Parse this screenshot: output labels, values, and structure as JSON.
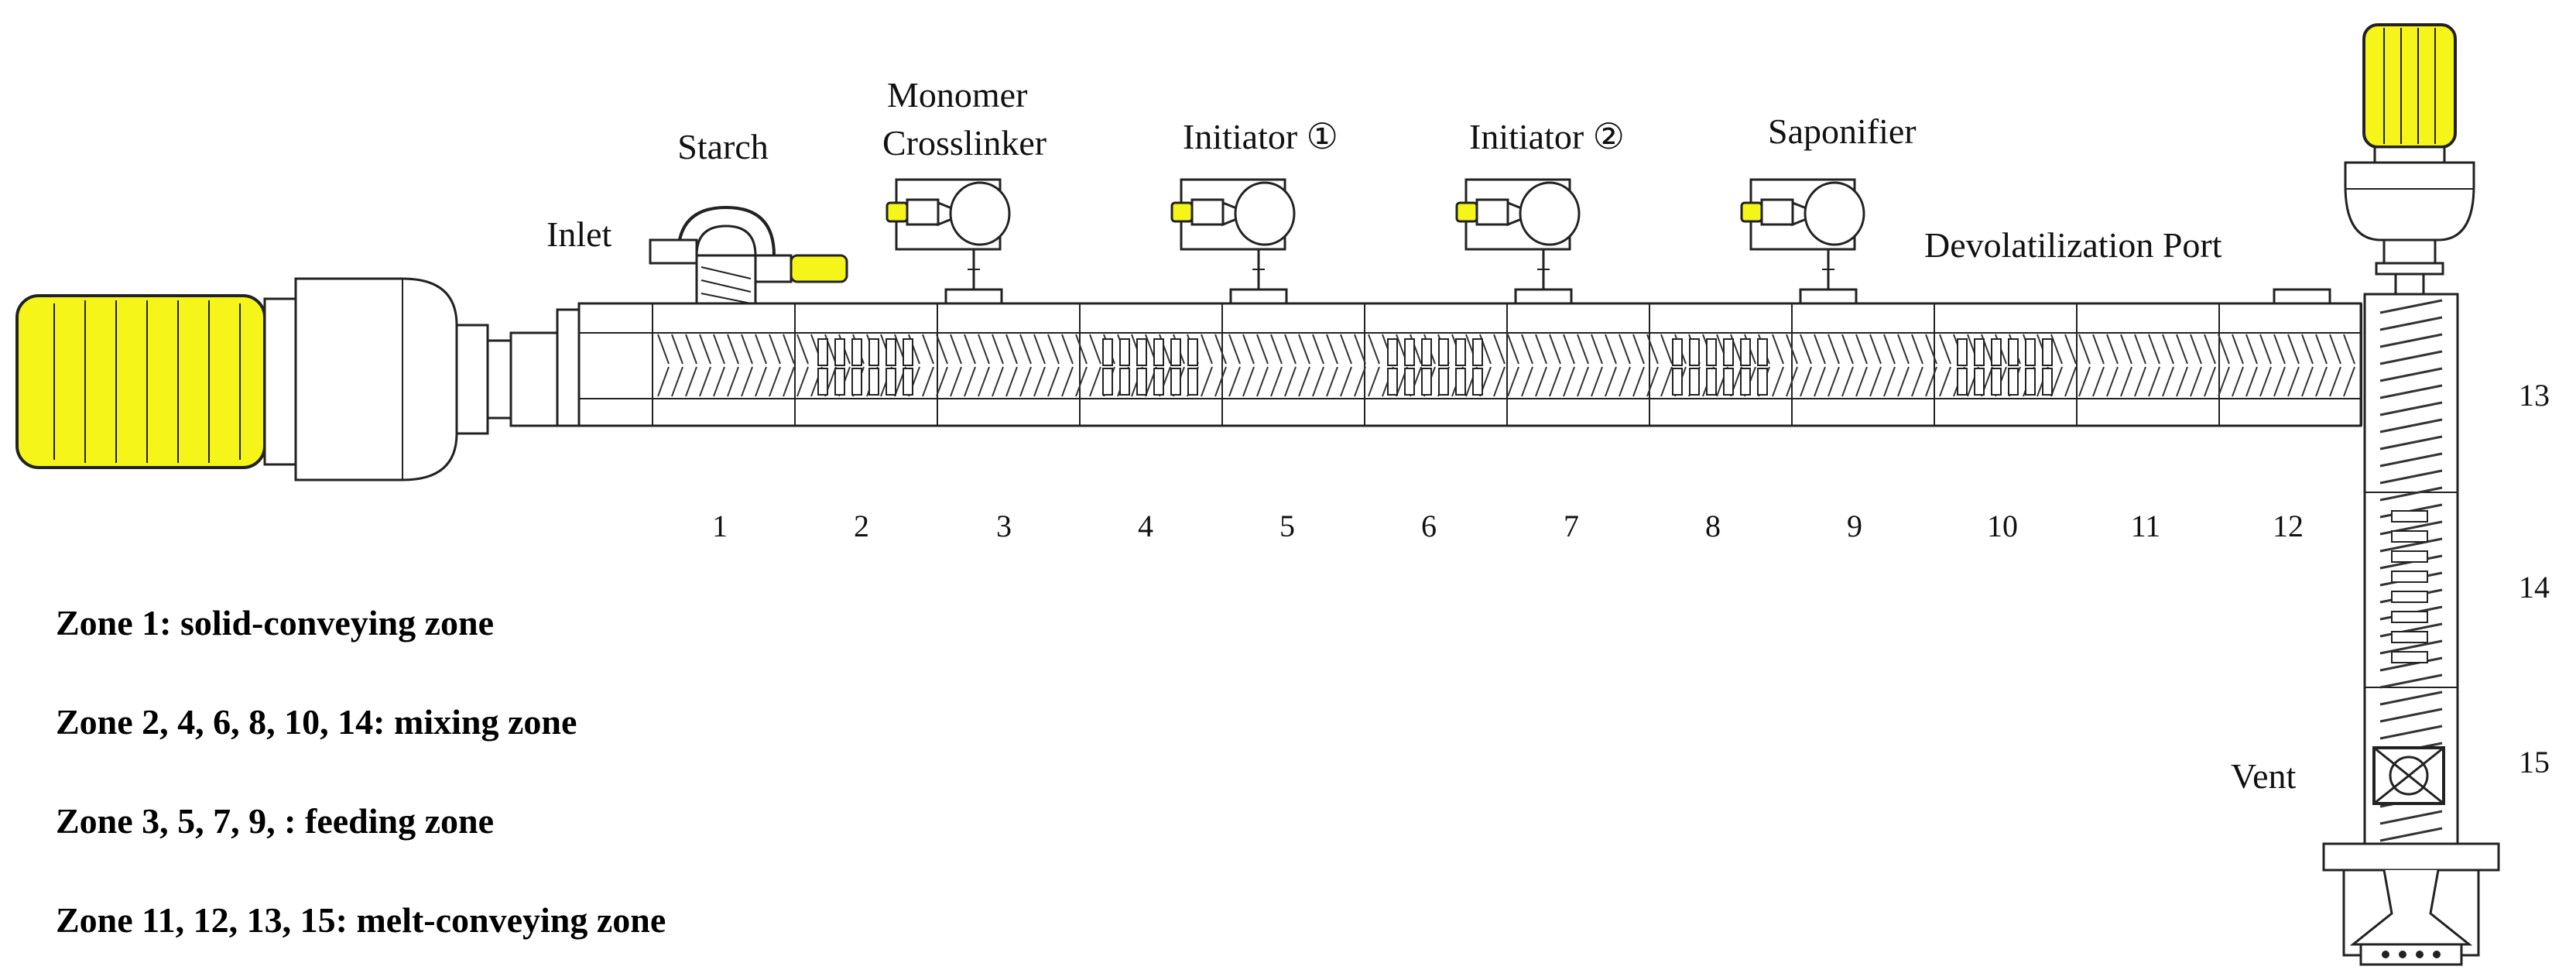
{
  "labels": {
    "starch": "Starch",
    "monomer": "Monomer",
    "crosslinker": "Crosslinker",
    "initiator1": "Initiator ①",
    "initiator2": "Initiator ②",
    "saponifier": "Saponifier",
    "inlet": "Inlet",
    "devolatilization": "Devolatilization Port",
    "vent": "Vent"
  },
  "zones": [
    "1",
    "2",
    "3",
    "4",
    "5",
    "6",
    "7",
    "8",
    "9",
    "10",
    "11",
    "12"
  ],
  "vertical_zones": [
    "13",
    "14",
    "15"
  ],
  "legend": [
    "Zone 1: solid-conveying zone",
    "Zone 2, 4, 6, 8, 10, 14: mixing zone",
    "Zone 3, 5, 7, 9, : feeding zone",
    "Zone 11, 12, 13, 15: melt-conveying zone"
  ],
  "colors": {
    "motor": "#f5f51a",
    "line": "#222222",
    "background": "#ffffff"
  }
}
